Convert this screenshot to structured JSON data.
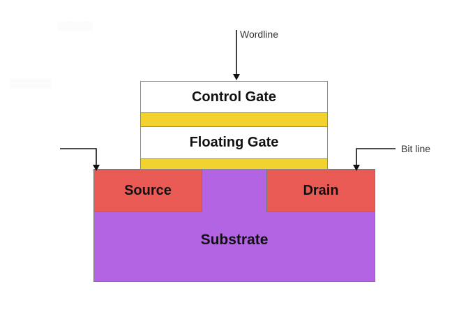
{
  "diagram": {
    "blocks": {
      "control_gate": "Control Gate",
      "floating_gate": "Floating Gate",
      "source": "Source",
      "drain": "Drain",
      "substrate": "Substrate"
    },
    "labels": {
      "wordline": "Wordline",
      "bit_line": "Bit line"
    },
    "colors": {
      "oxide": "#f2d22e",
      "source_drain": "#e95a55",
      "substrate": "#b264e2",
      "gate": "#ffffff",
      "outline": "#8a8a8a"
    }
  }
}
